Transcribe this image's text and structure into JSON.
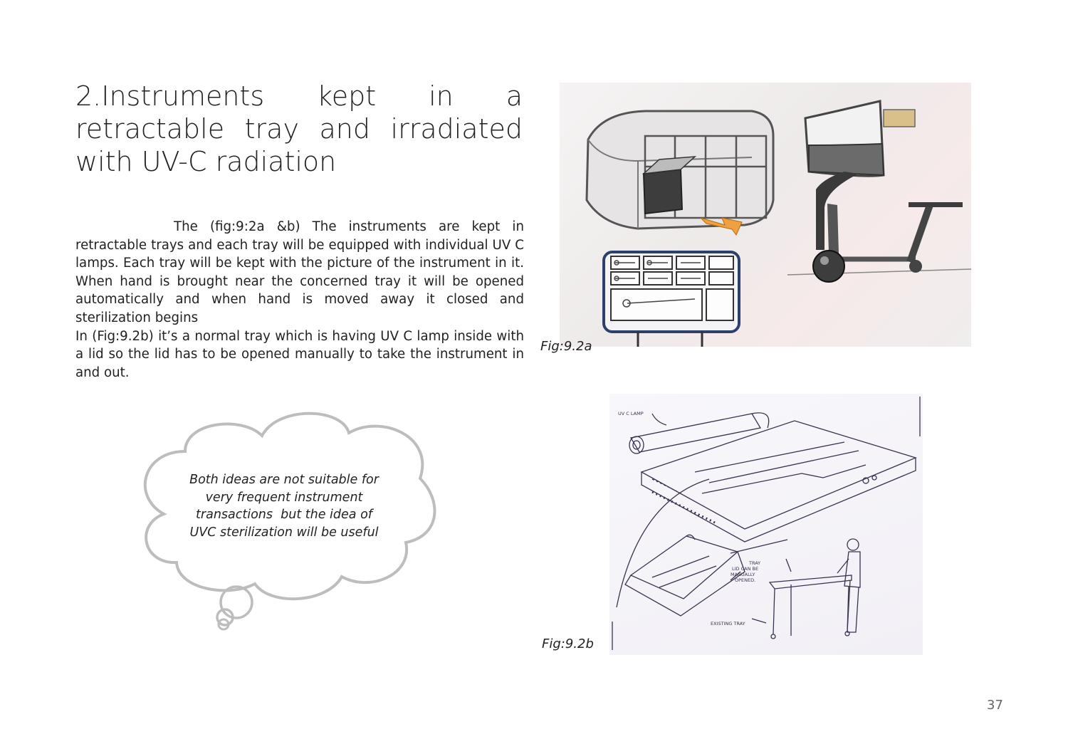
{
  "heading": "2.Instruments kept in a retractable tray and irradiated with UV-C radiation",
  "paragraphs": {
    "p1": "The (fig:9:2a &b) The instruments are kept in retractable trays and each tray will be equipped with individual UV C lamps. Each tray will be kept with the picture of the instrument in it. When hand is brought near the concerned tray it will be opened automatically and when hand is moved away it closed and sterilization begins",
    "p2": "In (Fig:9.2b) it’s a normal tray which is having UV C lamp inside with a lid so the lid has to be opened manually to take the instrument in and out."
  },
  "figures": {
    "a": {
      "caption": "Fig:9.2a"
    },
    "b": {
      "caption": "Fig:9.2b",
      "annotations": {
        "lamp": "UV C LAMP",
        "tray_lid_1": "TRAY",
        "tray_lid_2": "LID CAN BE",
        "tray_lid_3": "MANUALLY",
        "tray_lid_4": "OPENED.",
        "existing": "EXISTING TRAY"
      }
    }
  },
  "thought_bubble": {
    "line1": "Both ideas are not suitable for",
    "line2": "very frequent instrument",
    "line3": "transactions  but the idea of",
    "line4": "UVC sterilization will be useful"
  },
  "page_number": "37"
}
